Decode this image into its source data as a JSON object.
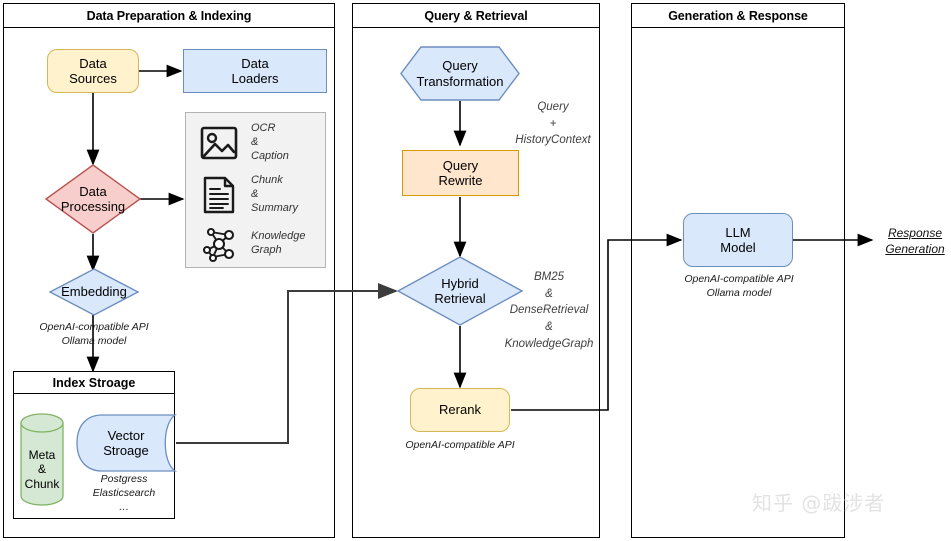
{
  "diagram": {
    "title": "RAG pipeline architecture",
    "colors": {
      "yellow_fill": "#fff2cc",
      "yellow_border": "#d6b656",
      "blue_fill": "#dae8fc",
      "blue_border": "#6c8ebf",
      "orange_fill": "#ffe6cc",
      "orange_border": "#d79b00",
      "pink_fill": "#f8cecc",
      "pink_border": "#b85450",
      "green_fill": "#d5e8d4",
      "green_border": "#82b366",
      "grey_fill": "#f2f2f2",
      "grey_border": "#b3b3b3",
      "line": "#000000"
    }
  },
  "panels": [
    {
      "id": "data-preparation",
      "title": "Data Preparation & Indexing"
    },
    {
      "id": "query-retrieval",
      "title": "Query & Retrieval"
    },
    {
      "id": "generation-response",
      "title": "Generation & Response"
    }
  ],
  "nodes": {
    "data_sources": {
      "label": "Data\nSources"
    },
    "data_loaders": {
      "label": "Data\nLoaders"
    },
    "data_processing": {
      "label": "Data\nProcessing"
    },
    "embedding": {
      "label": "Embedding"
    },
    "index_storage": {
      "label": "Index Stroage"
    },
    "meta_chunk": {
      "label": "Meta\n&\nChunk"
    },
    "vector_storage": {
      "label": "Vector\nStroage"
    },
    "query_transformation": {
      "label": "Query\nTransformation"
    },
    "query_rewrite": {
      "label": "Query\nRewrite"
    },
    "hybrid_retrieval": {
      "label": "Hybrid\nRetrieval"
    },
    "rerank": {
      "label": "Rerank"
    },
    "llm_model": {
      "label": "LLM\nModel"
    },
    "response_generation": {
      "label": "Response\nGeneration"
    }
  },
  "captions": {
    "embedding": "OpenAI-compatible API\nOllama model",
    "vector_storage": "Postgress\nElasticsearch\n…",
    "rerank": "OpenAI-compatible API",
    "llm_model": "OpenAI-compatible API\nOllama model"
  },
  "annotations": {
    "query_context": "Query\n+\nHistoryContext",
    "retrieval_modes": "BM25\n&\nDenseRetrieval\n&\nKnowledgeGraph"
  },
  "processing_legend": [
    {
      "icon": "image-icon",
      "label": "OCR\n&\nCaption"
    },
    {
      "icon": "document-icon",
      "label": "Chunk\n&\nSummary"
    },
    {
      "icon": "knowledge-graph-icon",
      "label": "Knowledge\nGraph"
    }
  ],
  "watermark": {
    "text": "知乎 @跋涉者"
  }
}
